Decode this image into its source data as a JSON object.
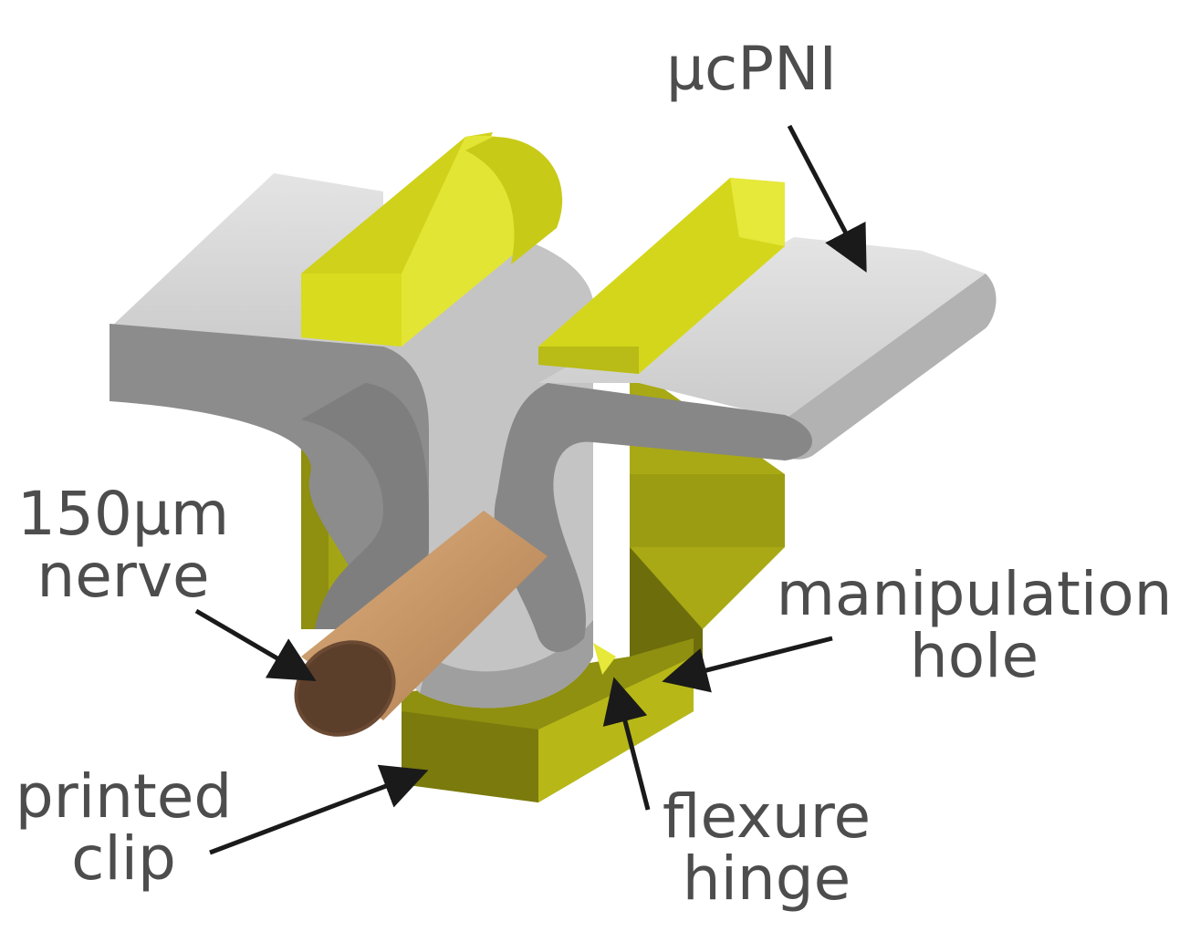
{
  "figure": {
    "colors": {
      "clip_yellow": "#d9dc1e",
      "clip_yellow_dark": "#8f8f10",
      "clip_yellow_shadow": "#6d6d0c",
      "interface_gray_light": "#d8d8d8",
      "interface_gray_dark": "#8a8a8a",
      "nerve_tan": "#c99a6a",
      "nerve_end": "#6b4a33",
      "label_text": "#4d4d4d",
      "arrow": "#1a1a1a"
    },
    "labels": {
      "ucpni": {
        "line1": "µcPNI"
      },
      "nerve": {
        "line1": "150µm",
        "line2": "nerve"
      },
      "manipulation_hole": {
        "line1": "manipulation",
        "line2": "hole"
      },
      "printed_clip": {
        "line1": "printed",
        "line2": "clip"
      },
      "flexure_hinge": {
        "line1": "flexure",
        "line2": "hinge"
      }
    }
  }
}
